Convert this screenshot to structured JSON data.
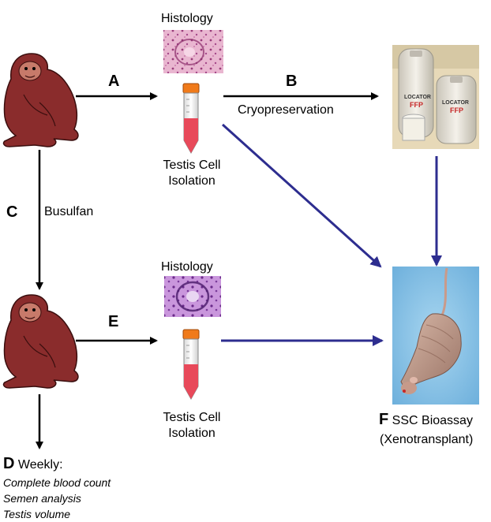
{
  "steps": {
    "A": {
      "letter": "A"
    },
    "B": {
      "letter": "B",
      "label": "Cryopreservation"
    },
    "C": {
      "letter": "C",
      "label": "Busulfan"
    },
    "D": {
      "letter": "D",
      "label": "Weekly:",
      "items": [
        "Complete blood count",
        "Semen analysis",
        "Testis volume"
      ]
    },
    "E": {
      "letter": "E"
    },
    "F": {
      "letter": "F",
      "label": "SSC Bioassay",
      "sublabel": "(Xenotransplant)"
    }
  },
  "histology_top": "Histology",
  "histology_bottom": "Histology",
  "tube_top": {
    "line1": "Testis Cell",
    "line2": "Isolation"
  },
  "tube_bottom": {
    "line1": "Testis Cell",
    "line2": "Isolation"
  },
  "freezer_brand": "LOCATOR",
  "colors": {
    "black_arrow": "#000000",
    "blue_arrow": "#2d2d8f",
    "monkey": "#8a2c2c",
    "tube_liquid": "#e8495a",
    "tube_cap": "#f07a1a",
    "mouse_bg": "#8fc7e8",
    "histology_top": "#d98fb8",
    "histology_bottom": "#b870c8"
  }
}
